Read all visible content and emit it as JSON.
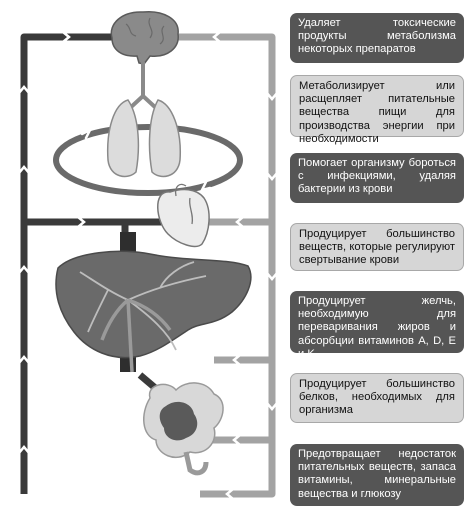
{
  "boxes": [
    {
      "text": "Удаляет токсические продукты метаболизма некоторых препаратов",
      "style": "dark"
    },
    {
      "text": "Метаболизирует или расщепляет питательные вещества пищи для производства энергии при необходимости",
      "style": "light"
    },
    {
      "text": "Помогает организму бороться с инфекциями, удаляя бактерии из крови",
      "style": "dark"
    },
    {
      "text": "Продуцирует большинство веществ, которые регулируют свертывание крови",
      "style": "light"
    },
    {
      "text": "Продуцирует желчь, необходимую для переваривания жиров и абсорбции витаминов A, D, E и K.",
      "style": "dark"
    },
    {
      "text": "Продуцирует большинство белков, необходимых для организма",
      "style": "light"
    },
    {
      "text": "Предотвращает недостаток питательных веществ, запаса витамины, минеральные вещества и глюкозу",
      "style": "dark"
    }
  ],
  "colors": {
    "dark_vessel": "#3a3a3a",
    "light_vessel": "#a3a3a3",
    "organ": "#6a6a6a",
    "box_dark": "#555555",
    "box_light": "#d6d6d6"
  },
  "icons": [
    "brain-icon",
    "lungs-icon",
    "heart-icon",
    "liver-icon",
    "intestine-icon"
  ]
}
